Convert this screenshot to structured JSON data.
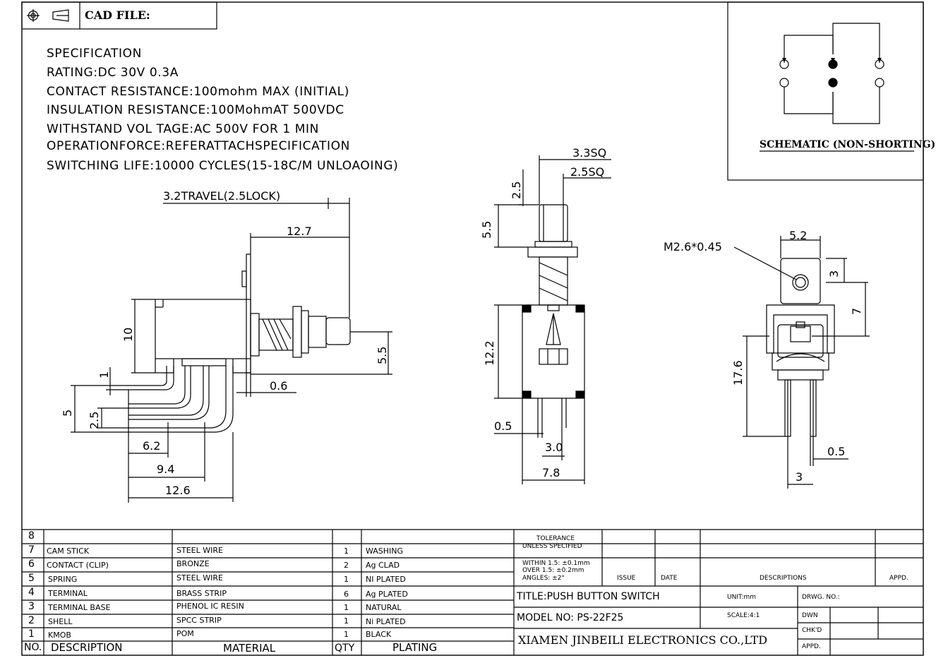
{
  "header": {
    "title": "CAD FILE:"
  },
  "spec": {
    "lines": [
      "SPECIFICATION",
      "RATING:DC  30V  0.3A",
      "CONTACT  RESISTANCE:100mohm  MAX  (INITIAL)",
      "INSULATION  RESISTANCE:100MohmAT  500VDC",
      "WITHSTAND  VOL  TAGE:AC  500V  FOR  1  MIN",
      "OPERATIONFORCE:REFERATTACHSPECIFICATION",
      "SWITCHING  LIFE:10000  CYCLES(15-18C/M  UNLOAOING)"
    ]
  },
  "schematic": {
    "label": "SCHEMATIC (NON-SHORTING)"
  },
  "dims": {
    "travel": "3.2TRAVEL(2.5LOCK)",
    "d12_7": "12.7",
    "d10": "10",
    "d5_5a": "5.5",
    "d1": "1",
    "d0_6": "0.6",
    "d5": "5",
    "d2_5a": "2.5",
    "d6_2": "6.2",
    "d9_4": "9.4",
    "d12_6": "12.6",
    "d3_3sq": "3.3SQ",
    "d2_5sq": "2.5SQ",
    "d2_5b": "2.5",
    "d5_5b": "5.5",
    "d12_2": "12.2",
    "d0_5a": "0.5",
    "d3_0": "3.0",
    "d7_8": "7.8",
    "thread": "M2.6*0.45",
    "d5_2": "5.2",
    "d3a": "3",
    "d7": "7",
    "d17_6": "17.6",
    "d0_5b": "0.5",
    "d3b": "3"
  },
  "bom": {
    "rows": [
      {
        "no": "8",
        "desc": "",
        "mat": "",
        "qty": "",
        "plat": ""
      },
      {
        "no": "7",
        "desc": "CAM STICK",
        "mat": "STEEL WIRE",
        "qty": "1",
        "plat": "WASHING"
      },
      {
        "no": "6",
        "desc": "CONTACT (CLIP)",
        "mat": "BRONZE",
        "qty": "2",
        "plat": "Ag CLAD"
      },
      {
        "no": "5",
        "desc": "SPRING",
        "mat": "STEEL WIRE",
        "qty": "1",
        "plat": "NI PLATED"
      },
      {
        "no": "4",
        "desc": "TERMINAL",
        "mat": "BRASS STRIP",
        "qty": "6",
        "plat": "Ag PLATED"
      },
      {
        "no": "3",
        "desc": "TERMINAL BASE",
        "mat": "PHENOL IC RESIN",
        "qty": "1",
        "plat": "NATURAL"
      },
      {
        "no": "2",
        "desc": "SHELL",
        "mat": "SPCC STRIP",
        "qty": "1",
        "plat": "Ni PLATED"
      },
      {
        "no": "1",
        "desc": "KMOB",
        "mat": "POM",
        "qty": "1",
        "plat": "BLACK"
      }
    ],
    "header": {
      "no": "NO.",
      "desc": "DESCRIPTION",
      "mat": "MATERIAL",
      "qty": "QTY",
      "plat": "PLATING"
    }
  },
  "titleblock": {
    "tolerance": "TOLERANCE",
    "unless": "UNLESS SPECIFIED",
    "tol1": "WITHIN 1.5: ±0.1mm",
    "tol2": "OVER 1.5:  ±0.2mm",
    "tol3": "ANGLES: ±2°",
    "issue": "ISSUE",
    "date": "DATE",
    "descriptions": "DESCRIPTIONS",
    "appd_hdr": "APPD.",
    "title": "TITLE:PUSH BUTTON SWITCH",
    "unit": "UNIT:mm",
    "drwg": "DRWG. NO.:",
    "model": "MODEL NO: PS-22F25",
    "scale": "SCALE:4:1",
    "dwn": "DWN",
    "chkd": "CHK'D",
    "company": "XIAMEN JINBEILI ELECTRONICS CO.,LTD",
    "appd": "APPD."
  }
}
